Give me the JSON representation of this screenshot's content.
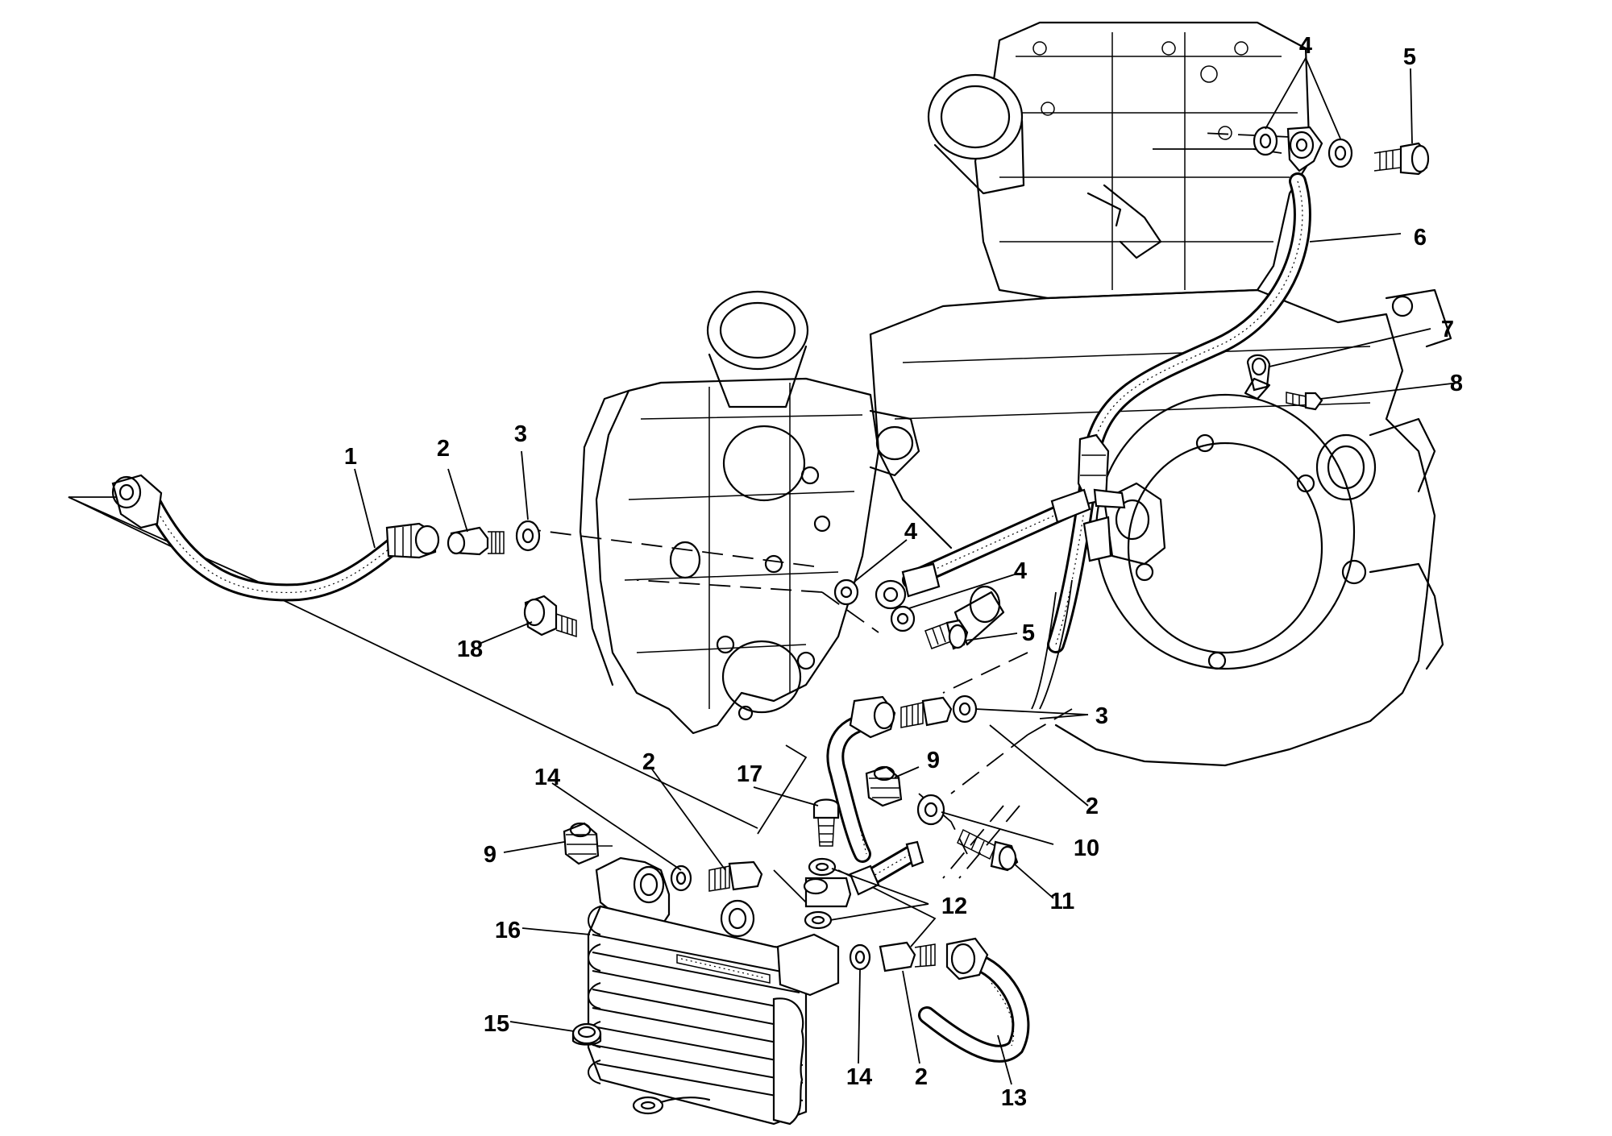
{
  "diagram": {
    "type": "exploded-parts-view",
    "callouts": [
      {
        "id": "c1",
        "text": "1"
      },
      {
        "id": "c2a",
        "text": "2"
      },
      {
        "id": "c3a",
        "text": "3"
      },
      {
        "id": "c4a",
        "text": "4"
      },
      {
        "id": "c5a",
        "text": "5"
      },
      {
        "id": "c6",
        "text": "6"
      },
      {
        "id": "c7",
        "text": "7"
      },
      {
        "id": "c8",
        "text": "8"
      },
      {
        "id": "c4b",
        "text": "4"
      },
      {
        "id": "c4c",
        "text": "4"
      },
      {
        "id": "c5b",
        "text": "5"
      },
      {
        "id": "c18",
        "text": "18"
      },
      {
        "id": "c3b",
        "text": "3"
      },
      {
        "id": "c2b",
        "text": "2"
      },
      {
        "id": "c9a",
        "text": "9"
      },
      {
        "id": "c17",
        "text": "17"
      },
      {
        "id": "c10",
        "text": "10"
      },
      {
        "id": "c2c",
        "text": "2"
      },
      {
        "id": "c14a",
        "text": "14"
      },
      {
        "id": "c9b",
        "text": "9"
      },
      {
        "id": "c11",
        "text": "11"
      },
      {
        "id": "c12",
        "text": "12"
      },
      {
        "id": "c16",
        "text": "16"
      },
      {
        "id": "c15",
        "text": "15"
      },
      {
        "id": "c14b",
        "text": "14"
      },
      {
        "id": "c2d",
        "text": "2"
      },
      {
        "id": "c13",
        "text": "13"
      }
    ]
  }
}
